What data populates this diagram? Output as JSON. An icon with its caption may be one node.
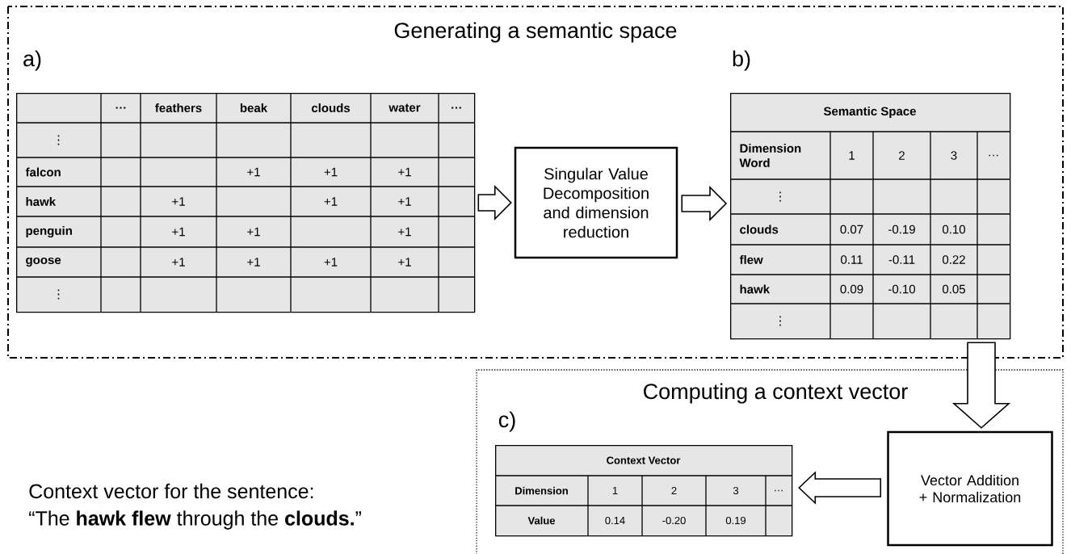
{
  "diagram": {
    "nodes": [
      {
        "text": [
          "Generating a semantic space"
        ]
      },
      {
        "text": [
          "Computing a context vector"
        ]
      },
      {
        "text": [
          "a)"
        ],
        "in": 0
      },
      {
        "text": [
          "Singular Value Decomposition and dimension reduction"
        ],
        "in": 0
      },
      {
        "text": [
          "b)"
        ],
        "in": 0
      },
      {
        "text": [
          "Vector Addition + Normalization"
        ],
        "in": 1
      },
      {
        "text": [
          "c)"
        ],
        "in": 1
      }
    ],
    "edges": [
      {
        "from": 2,
        "to": 3,
        "arrow": "to"
      },
      {
        "from": 3,
        "to": 4,
        "arrow": "to"
      },
      {
        "from": 4,
        "to": 5,
        "arrow": "to"
      },
      {
        "from": 5,
        "to": 6,
        "arrow": "to"
      }
    ],
    "labels": [
      "…",
      "feathers",
      "beak",
      "clouds",
      "water",
      "…",
      "⋮",
      "falcon",
      "+1",
      "+1",
      "+1",
      "hawk",
      "+1",
      "+1",
      "+1",
      "penguin",
      "+1",
      "+1",
      "+1",
      "goose",
      "+1",
      "+1",
      "+1",
      "+1",
      "⋮",
      "Semantic Space",
      "Dimension Word",
      "1",
      "2",
      "3",
      "…",
      "⋮",
      "clouds",
      "0.07",
      "-0.19",
      "0.10",
      "flew",
      "0.11",
      "-0.11",
      "0.22",
      "hawk",
      "0.09",
      "-0.10",
      "0.05",
      "⋮",
      "Context Vector",
      "Dimension",
      "1",
      "2",
      "3",
      "…",
      "Value",
      "0.14",
      "-0.20",
      "0.19",
      "Context vector for the sentence:",
      "“The **hawk flew** through the **clouds.**”"
    ]
  }
}
